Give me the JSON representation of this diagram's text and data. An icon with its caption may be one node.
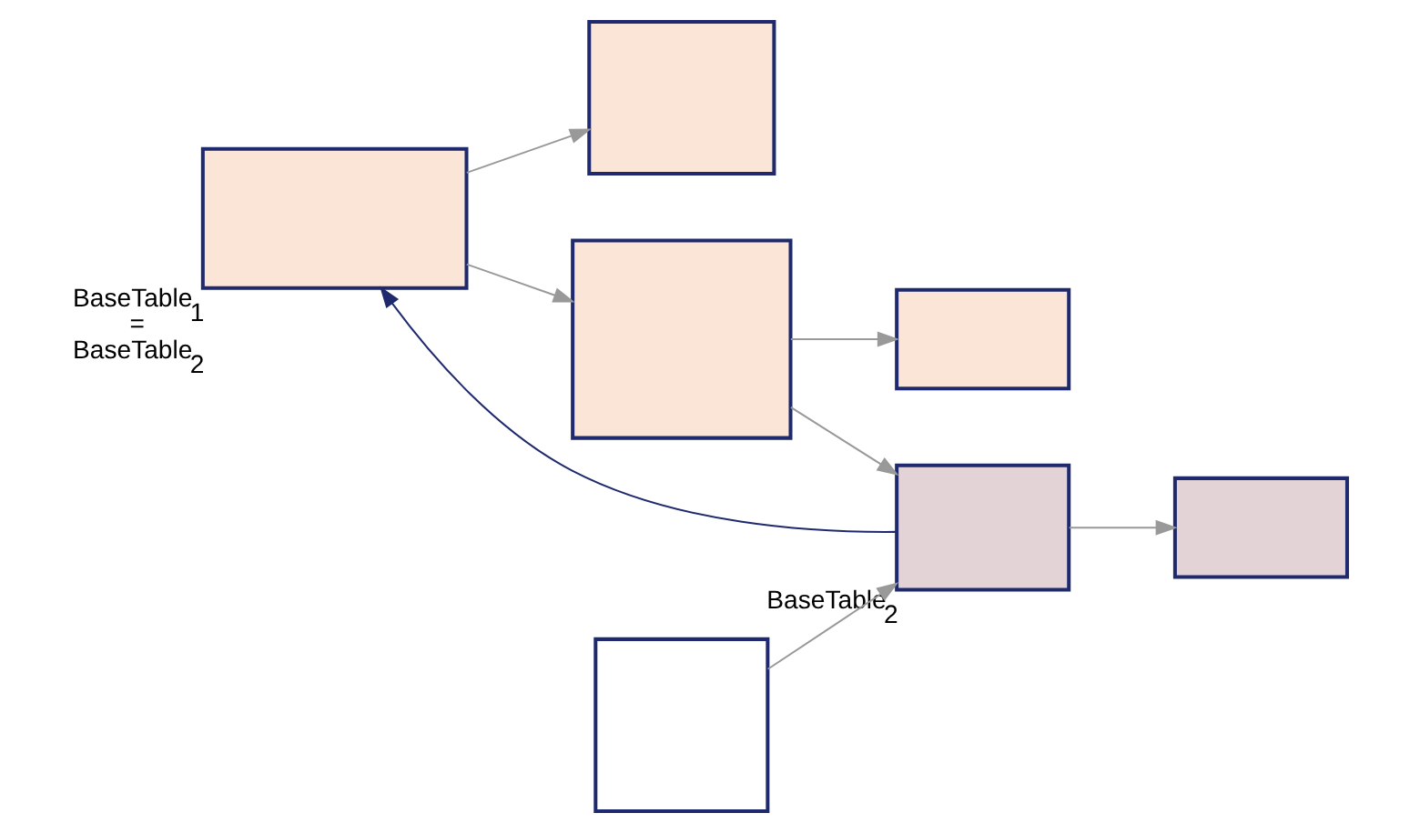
{
  "diagram": {
    "nodes": [
      {
        "text": [],
        "shape": "box"
      },
      {
        "text": [],
        "shape": "box",
        "beside": [
          "BaseTable$_{1}$ = BaseTable$_{2}$"
        ]
      },
      {
        "text": [],
        "shape": "box"
      },
      {
        "text": [],
        "shape": "box"
      },
      {
        "text": [],
        "shape": "box",
        "beside": [
          "BaseTable$_{2}$"
        ]
      },
      {
        "text": [],
        "shape": "box"
      },
      {
        "text": [],
        "shape": "box"
      }
    ],
    "edges": [
      {
        "from": 1,
        "to": 0,
        "arrow": "to"
      },
      {
        "from": 1,
        "to": 3,
        "arrow": "to"
      },
      {
        "from": 3,
        "to": 2,
        "arrow": "to"
      },
      {
        "from": 3,
        "to": 4,
        "arrow": "to"
      },
      {
        "from": 4,
        "to": 5,
        "arrow": "to"
      },
      {
        "from": 6,
        "to": 4,
        "arrow": "to"
      },
      {
        "from": 4,
        "to": 1,
        "arrow": "to",
        "color": "#1f2a6e"
      }
    ]
  }
}
